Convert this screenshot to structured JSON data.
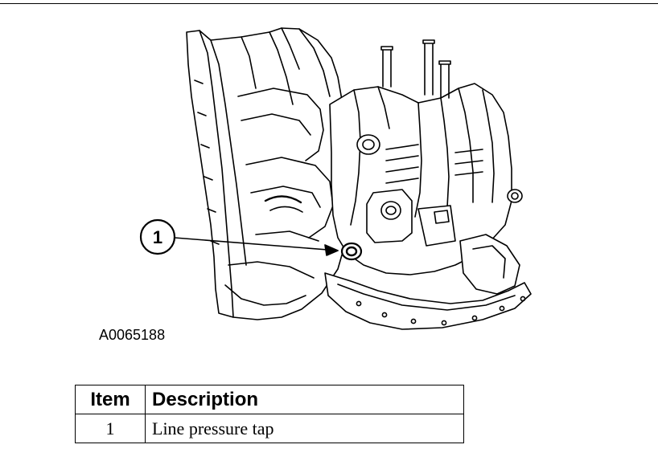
{
  "figure": {
    "id_label": "A0065188",
    "callouts": [
      {
        "number": "1"
      }
    ]
  },
  "legend_table": {
    "headers": {
      "item": "Item",
      "description": "Description"
    },
    "rows": [
      {
        "item": "1",
        "description": "Line pressure tap"
      }
    ]
  }
}
